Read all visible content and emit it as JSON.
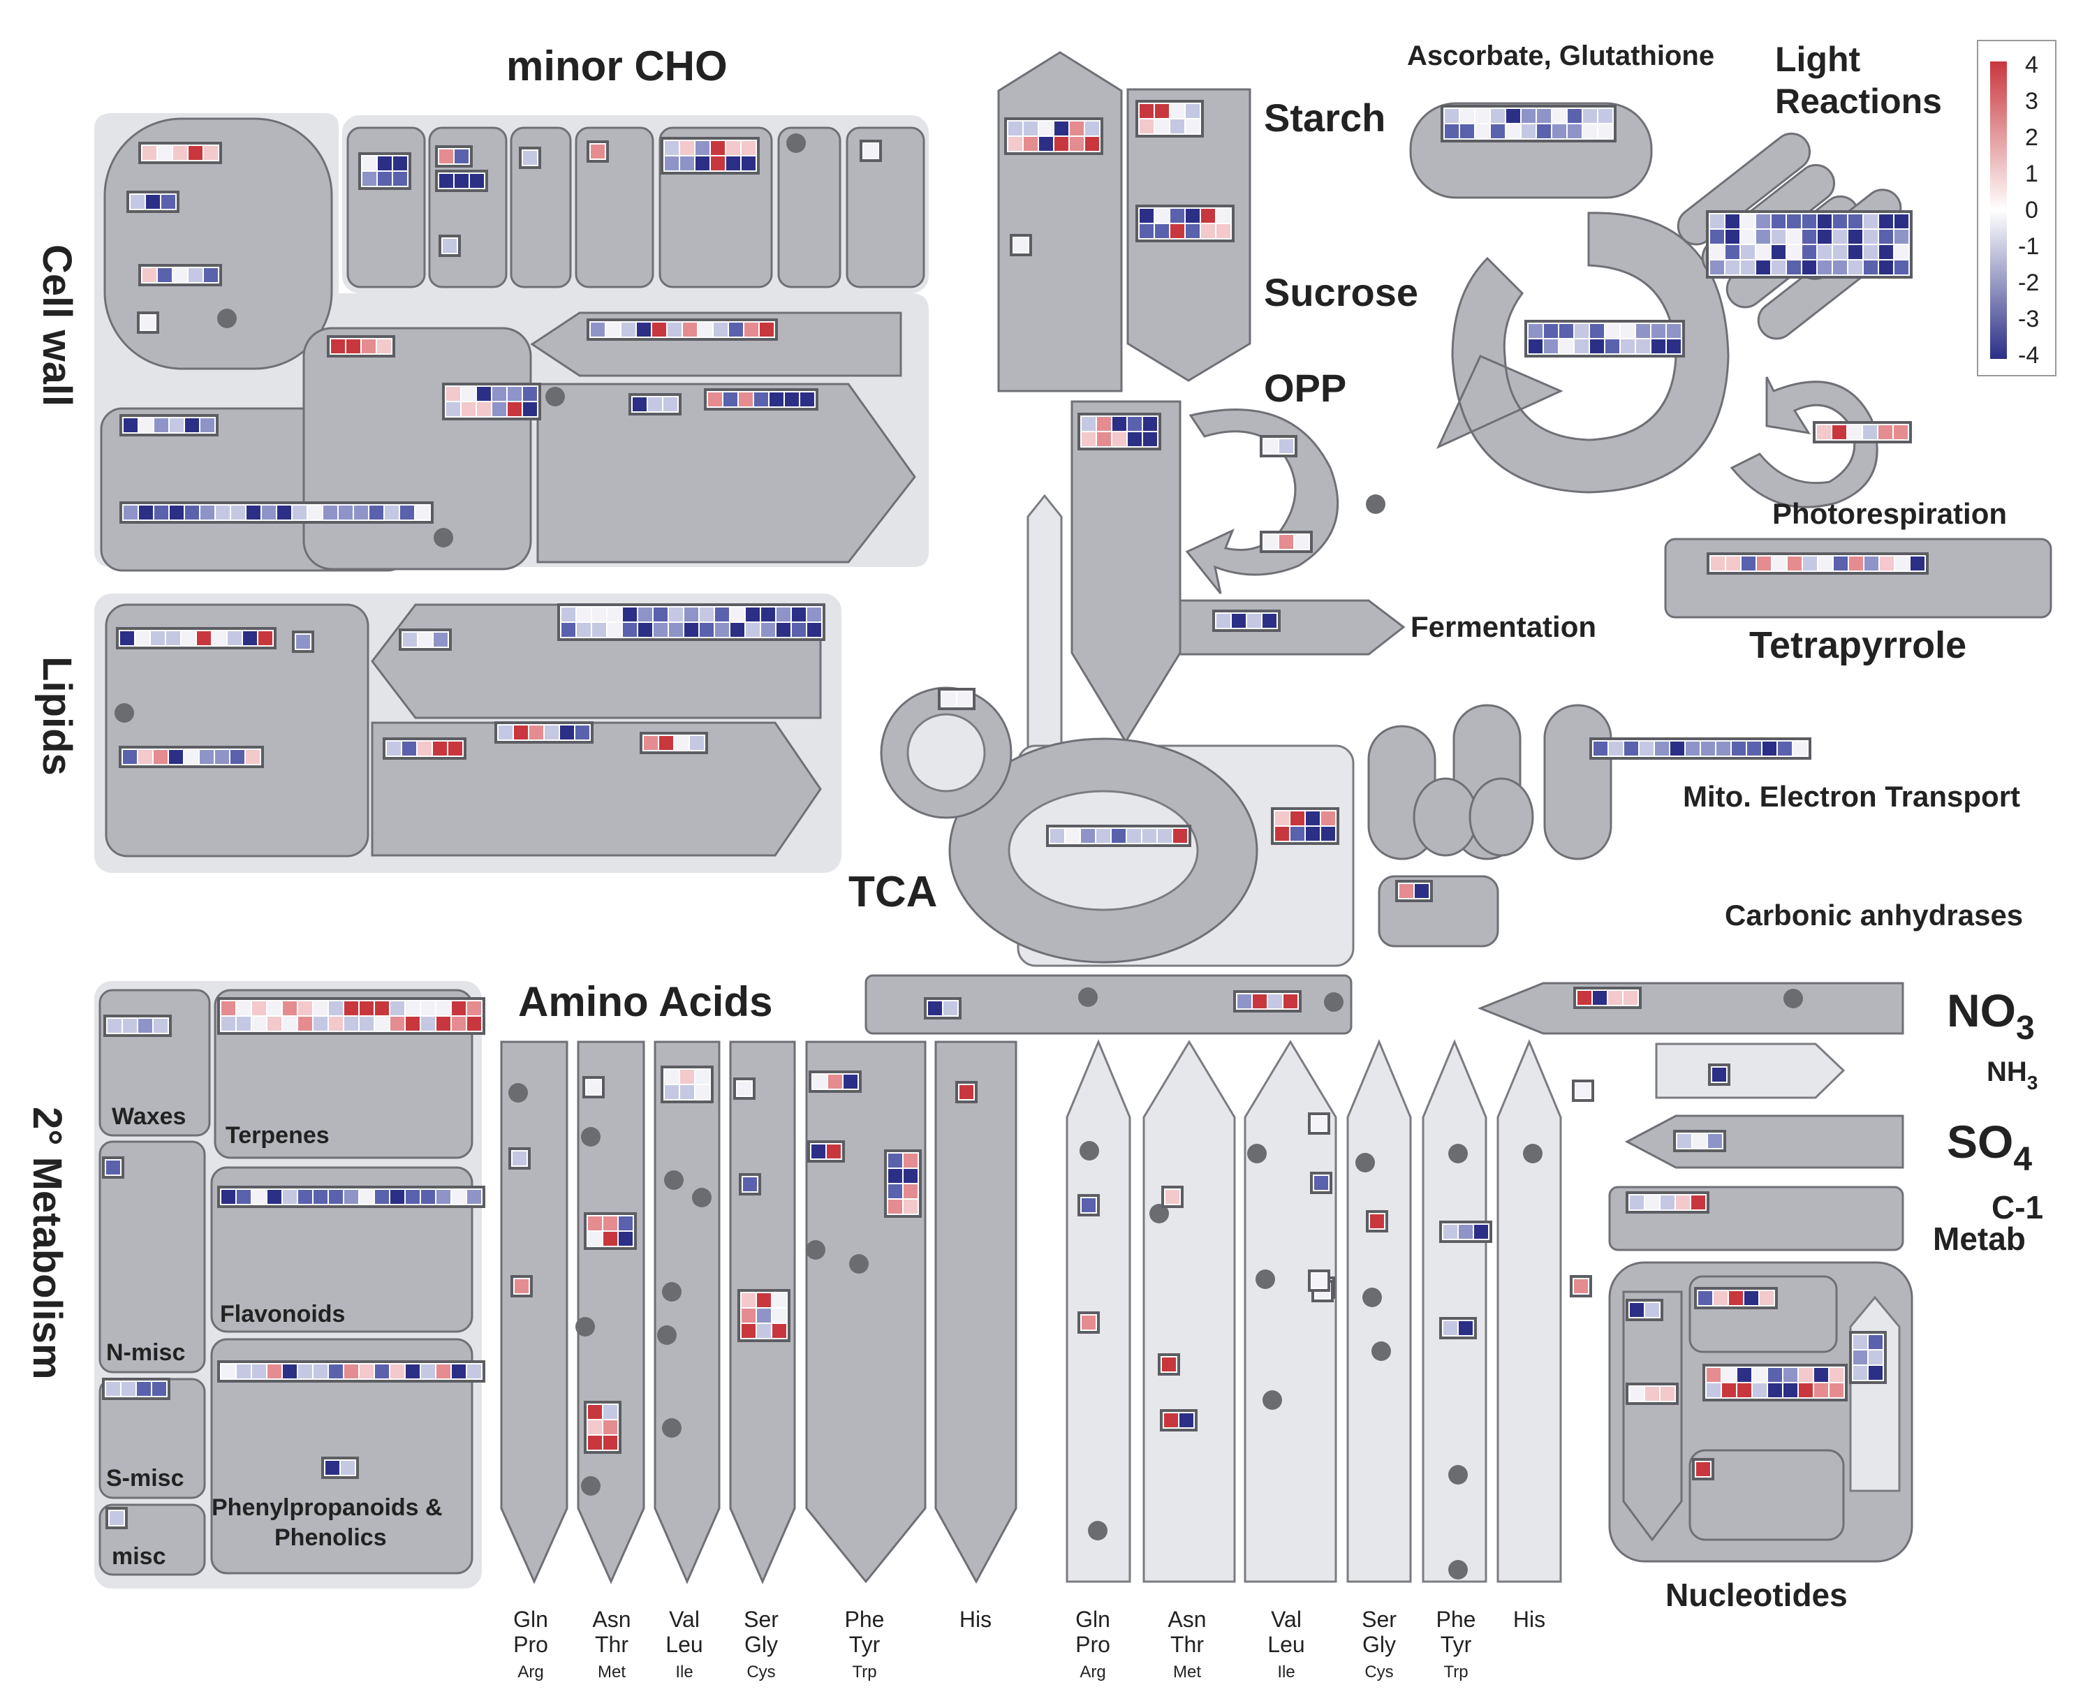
{
  "labels": {
    "minor_cho": "minor CHO",
    "cell_wall": "Cell wall",
    "lipids": "Lipids",
    "secondary_metabolism": "2° Metabolism",
    "starch": "Starch",
    "sucrose": "Sucrose",
    "opp": "OPP",
    "ascorbate": "Ascorbate, Glutathione",
    "light_reactions_1": "Light",
    "light_reactions_2": "Reactions",
    "photorespiration": "Photorespiration",
    "tetrapyrrole": "Tetrapyrrole",
    "fermentation": "Fermentation",
    "mito_electron_transport": "Mito. Electron Transport",
    "tca": "TCA",
    "carbonic_anhydrases": "Carbonic anhydrases",
    "amino_acids": "Amino Acids",
    "no3_base": "NO",
    "no3_sub": "3",
    "nh3_base": "NH",
    "nh3_sub": "3",
    "so4_base": "SO",
    "so4_sub": "4",
    "c1_line1": "C-1",
    "c1_line2": "Metab",
    "nucleotides": "Nucleotides",
    "waxes": "Waxes",
    "terpenes": "Terpenes",
    "flavonoids": "Flavonoids",
    "n_misc": "N-misc",
    "s_misc": "S-misc",
    "misc": "misc",
    "phenyl_1": "Phenylpropanoids &",
    "phenyl_2": "Phenolics"
  },
  "amino_acid_groups": [
    [
      "Gln",
      "Pro",
      "Arg"
    ],
    [
      "Asn",
      "Thr",
      "Met"
    ],
    [
      "Val",
      "Leu",
      "Ile"
    ],
    [
      "Ser",
      "Gly",
      "Cys"
    ],
    [
      "Phe",
      "Tyr",
      "Trp"
    ],
    [
      "His"
    ],
    [
      "Gln",
      "Pro",
      "Arg"
    ],
    [
      "Asn",
      "Thr",
      "Met"
    ],
    [
      "Val",
      "Leu",
      "Ile"
    ],
    [
      "Ser",
      "Gly",
      "Cys"
    ],
    [
      "Phe",
      "Tyr",
      "Trp"
    ],
    [
      "His"
    ]
  ],
  "legend": {
    "ticks": [
      "4",
      "3",
      "2",
      "1",
      "0",
      "-1",
      "-2",
      "-3",
      "-4"
    ],
    "colors": {
      "high": "#c8373d",
      "mid": "#ffffff",
      "low": "#2b2f86"
    }
  },
  "colors": {
    "shape_fill": "#b4b6bb",
    "panel_fill": "#e3e4e8",
    "light_fill": "#e6e7ea",
    "dot": "#6b6c70",
    "outline": "#6f7076"
  }
}
